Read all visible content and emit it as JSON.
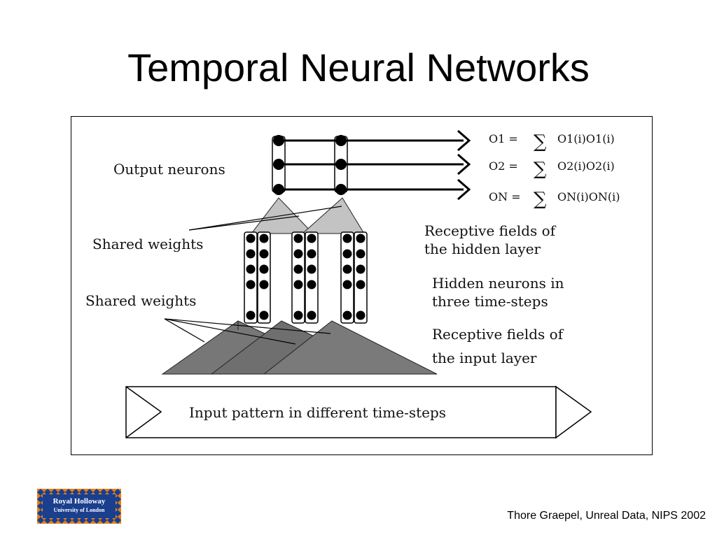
{
  "slide": {
    "title": "Temporal Neural Networks",
    "footer": "Thore Graepel, Unreal Data, NIPS 2002"
  },
  "logo": {
    "line1": "Royal Holloway",
    "line2": "University of London",
    "colors": {
      "border": "#e0801c",
      "panel": "#1a3f8e"
    }
  },
  "diagram": {
    "labels": {
      "output_neurons": "Output neurons",
      "shared_weights_top": "Shared weights",
      "shared_weights_bottom": "Shared weights",
      "rf_hidden_1": "Receptive fields of",
      "rf_hidden_2": "the hidden layer",
      "hidden_1": "Hidden neurons in",
      "hidden_2": "three time-steps",
      "rf_input_1": "Receptive fields of",
      "rf_input_2": "the input layer",
      "input_pattern": "Input pattern in different time-steps"
    },
    "equations": [
      {
        "lhs": "O1 =",
        "sum": "∑",
        "rhs": "O1(i)O1(i)"
      },
      {
        "lhs": "O2 =",
        "sum": "∑",
        "rhs": "O2(i)O2(i)"
      },
      {
        "lhs": "ON =",
        "sum": "∑",
        "rhs": "ON(i)ON(i)"
      }
    ]
  }
}
